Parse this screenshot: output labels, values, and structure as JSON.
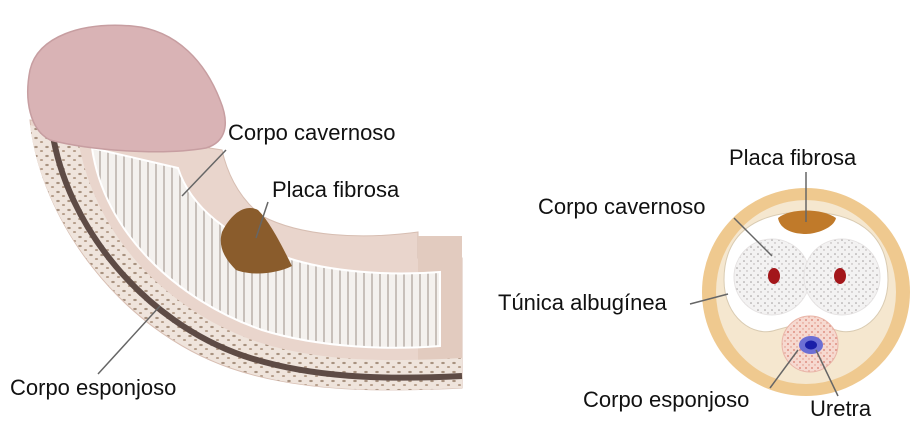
{
  "left_diagram": {
    "labels": {
      "corpo_cavernoso": "Corpo cavernoso",
      "placa_fibrosa": "Placa fibrosa",
      "corpo_esponjoso": "Corpo esponjoso"
    }
  },
  "right_diagram": {
    "labels": {
      "placa_fibrosa": "Placa fibrosa",
      "corpo_cavernoso": "Corpo cavernoso",
      "tunica_albuginea": "Túnica albugínea",
      "corpo_esponjoso": "Corpo esponjoso",
      "uretra": "Uretra"
    }
  },
  "colors": {
    "glans": "#d9b3b5",
    "skin": "#e9d5cc",
    "sponge": "#efe4dc",
    "urethra_line": "#5e4b45",
    "plaque": "#8a5c2c",
    "tunica": "#f5e7cf",
    "outer_ring": "#efc98f",
    "artery": "#a3161a",
    "urethra_core": "#1a1fa8"
  }
}
